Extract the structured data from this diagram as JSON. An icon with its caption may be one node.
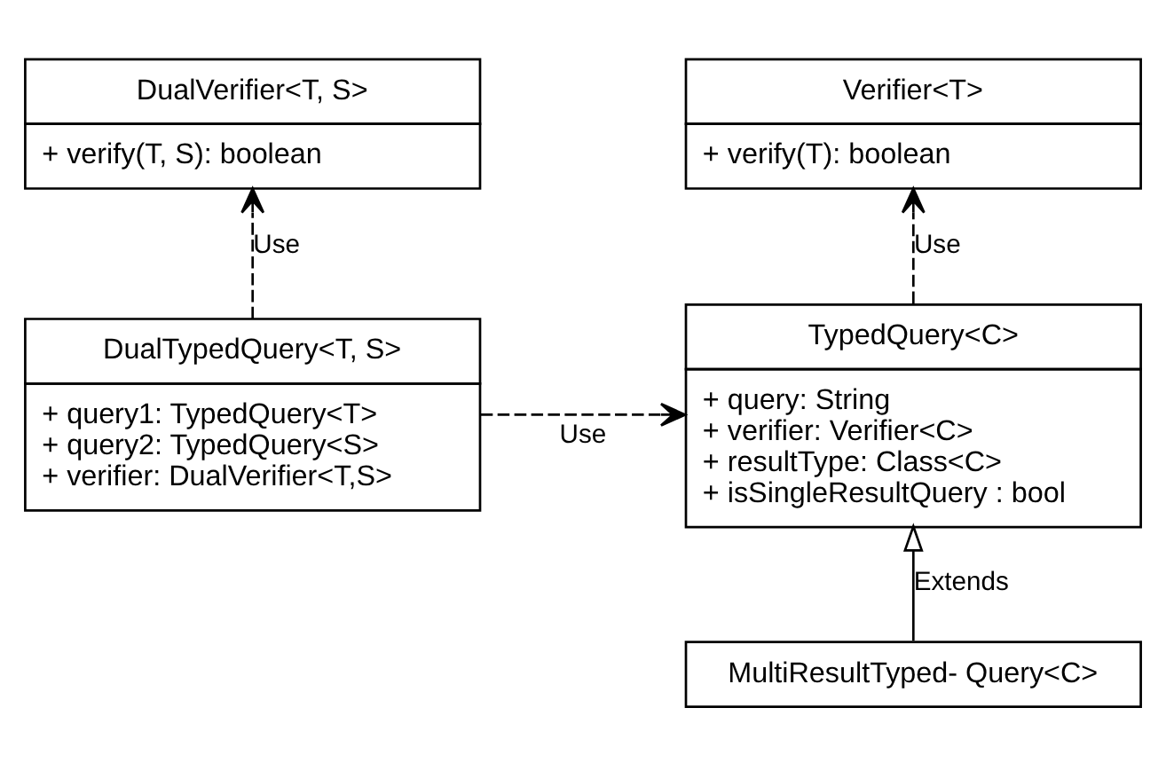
{
  "diagram": {
    "nodes": [
      {
        "text": [
          "DualVerifier<T, S>",
          "+ verify(T, S): boolean"
        ]
      },
      {
        "text": [
          "Verifier<T>",
          "+ verify(T): boolean"
        ]
      },
      {
        "text": [
          "DualTypedQuery<T, S>",
          "+ query1: TypedQuery<T>",
          "+ query2: TypedQuery<S>",
          "+ verifier: DualVerifier<T,S>"
        ]
      },
      {
        "text": [
          "TypedQuery<C>",
          "+ query: String",
          "+ verifier: Verifier<C>",
          "+ resultType: Class<C>",
          "+ isSingleResultQuery : bool"
        ]
      },
      {
        "text": [
          "MultiResultTyped- Query<C>"
        ]
      }
    ],
    "edges": [
      {
        "from": 2,
        "to": 0,
        "arrow": "to",
        "label": "Use",
        "style": "dashed"
      },
      {
        "from": 3,
        "to": 1,
        "arrow": "to",
        "label": "Use",
        "style": "dashed"
      },
      {
        "from": 2,
        "to": 3,
        "arrow": "to",
        "label": "Use",
        "style": "dashed"
      },
      {
        "from": 4,
        "to": 3,
        "arrow": "to",
        "label": "Extends"
      }
    ]
  }
}
